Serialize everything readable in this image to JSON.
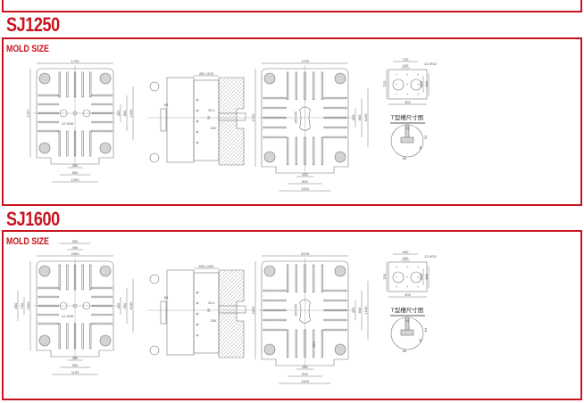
{
  "colors": {
    "accent": "#c8141e",
    "line": "#777777",
    "fill": "#d4d4d4"
  },
  "sections": [
    {
      "model": "SJ1250",
      "subtitle": "MOLD SIZE",
      "platen_a": {
        "width": "1790",
        "height": "1797",
        "bottom": [
          "400",
          "800",
          "1200"
        ],
        "right": [
          "400",
          "800",
          "1200"
        ],
        "note": "12-Φ45"
      },
      "side": {
        "stroke": "450-1100",
        "dims": [
          "25.1",
          "15",
          "320",
          "80"
        ]
      },
      "platen_b": {
        "width": "1790",
        "height": "1742",
        "bottom": [
          "400",
          "800",
          "1100"
        ],
        "right": [
          "400",
          "800",
          "1100"
        ],
        "center": "160×330"
      },
      "tslot": {
        "top": [
          "720",
          "240"
        ],
        "holes": "12-Φ32",
        "side": [
          "720",
          "380",
          "440"
        ],
        "bottom": "360",
        "title": "T型槽尺寸图",
        "detail": [
          "24",
          "64",
          "40",
          "66"
        ]
      }
    },
    {
      "model": "SJ1600",
      "subtitle": "MOLD SIZE",
      "platen_a": {
        "width": "2000",
        "height": "2000",
        "bottom": [
          "450",
          "900",
          "1100"
        ],
        "right": [
          "450",
          "900",
          "1100"
        ],
        "left": [
          "700",
          "800"
        ],
        "top": [
          "900",
          "450"
        ],
        "note": "12-Φ45"
      },
      "side": {
        "stroke": "500-1400",
        "dims": [
          "25.1",
          "15",
          "264",
          "80"
        ]
      },
      "platen_b": {
        "width": "2025",
        "height": "2025",
        "bottom": [
          "450",
          "900",
          "1100"
        ],
        "right": [
          "450",
          "900",
          "1100"
        ],
        "center": "160×250",
        "note": "450"
      },
      "tslot": {
        "top": [
          "900",
          "260"
        ],
        "holes": "12-Φ32",
        "side": [
          "700",
          "300",
          "380"
        ],
        "bottom": "900",
        "title": "T型槽尺寸图",
        "detail": [
          "24",
          "64",
          "40",
          "66"
        ]
      }
    }
  ]
}
